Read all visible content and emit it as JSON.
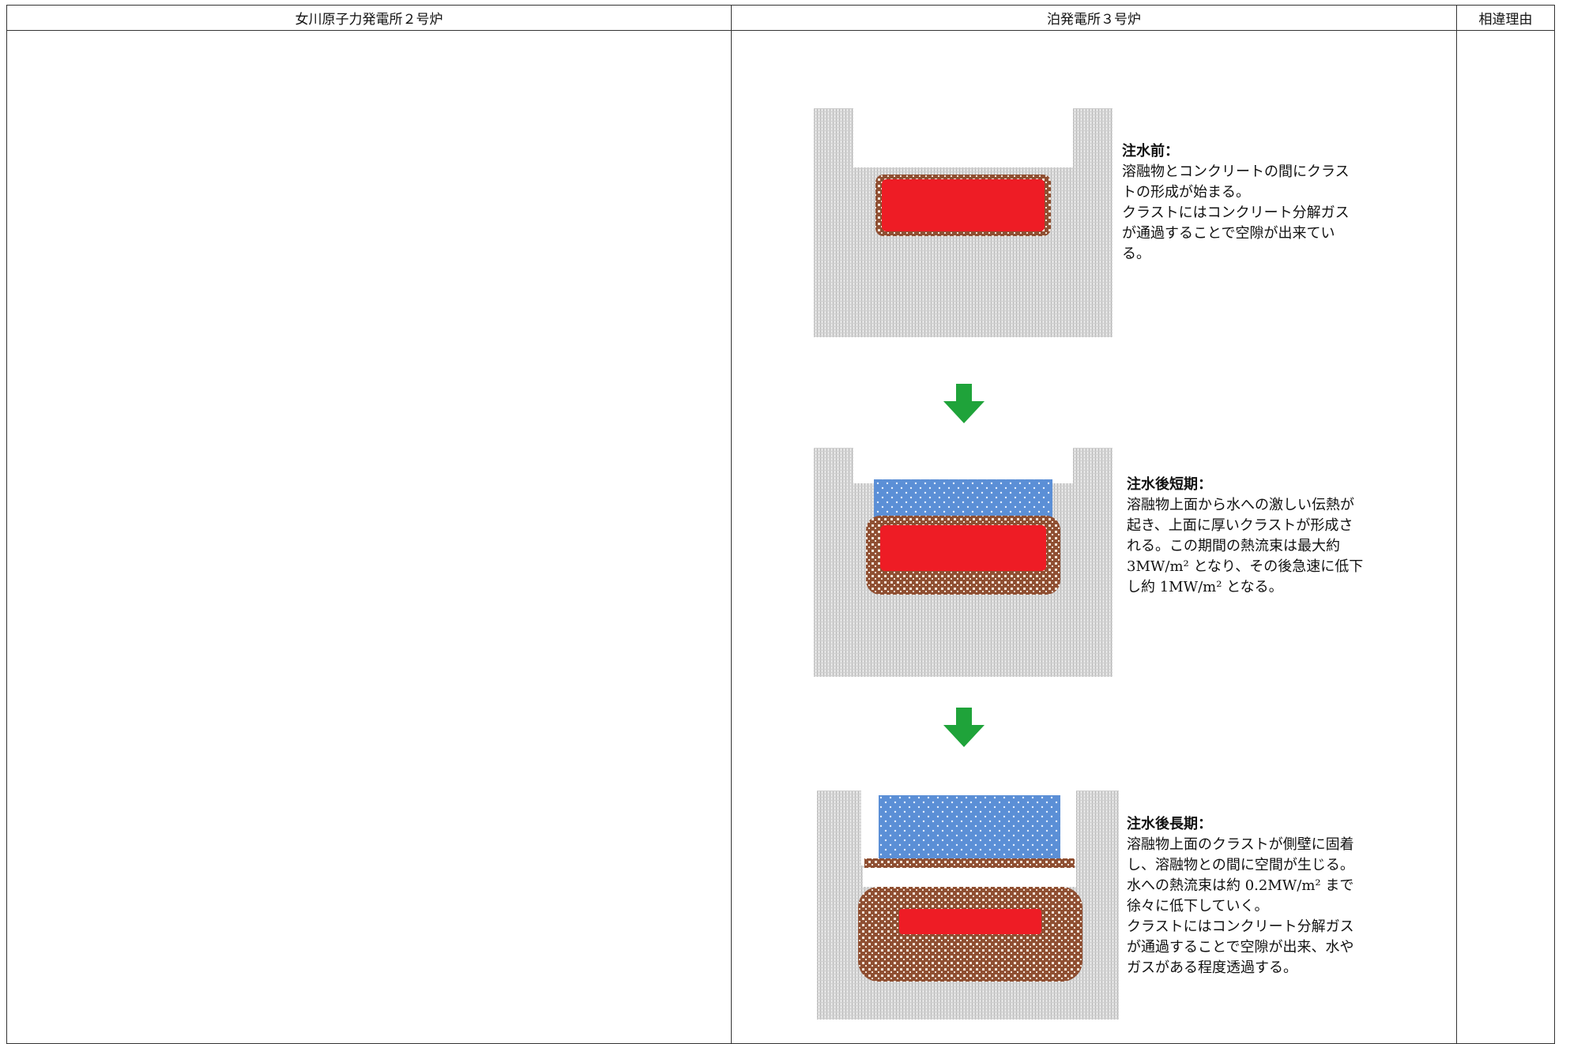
{
  "table": {
    "headers": [
      "女川原子力発電所２号炉",
      "泊発電所３号炉",
      "相違理由"
    ]
  },
  "stages": [
    {
      "title": "注水前：",
      "text": "溶融物とコンクリートの間にクラス\nトの形成が始まる。\nクラストにはコンクリート分解ガス\nが通過することで空隙が出来てい\nる。"
    },
    {
      "title": "注水後短期：",
      "text": "溶融物上面から水への激しい伝熱が\n起き、上面に厚いクラストが形成さ\nれる。この期間の熱流束は最大約\n3MW/m² となり、その後急速に低下\nし約 1MW/m² となる。"
    },
    {
      "title": "注水後長期：",
      "text": "溶融物上面のクラストが側壁に固着\nし、溶融物との間に空間が生じる。\n水への熱流束は約 0.2MW/m² まで\n徐々に低下していく。\nクラストにはコンクリート分解ガス\nが通過することで空隙が出来、水や\nガスがある程度透過する。"
    }
  ],
  "colors": {
    "concrete": "#d9d9d9",
    "melt": "#ee1c25",
    "crust": "#9c5a3c",
    "water": "#5b8fd6",
    "arrow": "#1fa33a"
  }
}
